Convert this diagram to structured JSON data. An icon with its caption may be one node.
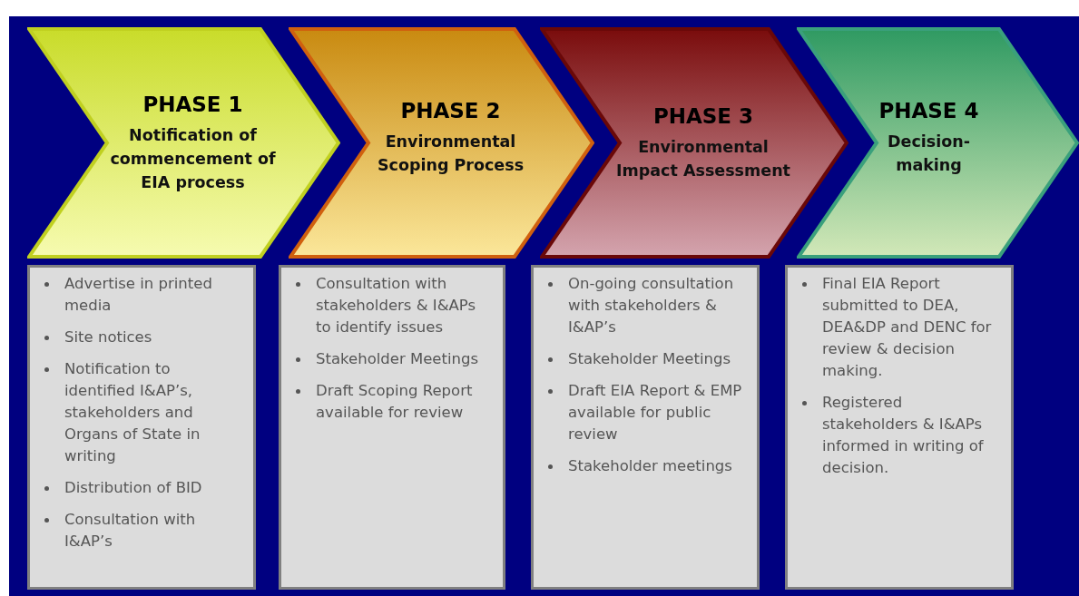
{
  "diagram": {
    "nodes": [
      {
        "text": [
          "PHASE 1",
          "Notification of commencement of EIA process"
        ]
      },
      {
        "text": [
          "PHASE 2",
          "Environmental Scoping Process"
        ]
      },
      {
        "text": [
          "PHASE 3",
          "Environmental Impact Assessment"
        ]
      },
      {
        "text": [
          "PHASE 4",
          "Decision-making"
        ]
      },
      {
        "text": [
          "Advertise in printed media",
          "Site notices",
          "Notification to identified I&AP’s, stakeholders and Organs of State in writing",
          "Distribution of BID",
          "Consultation with I&AP’s"
        ]
      },
      {
        "text": [
          "Consultation with stakeholders & I&APs to identify issues",
          "Stakeholder Meetings",
          "Draft Scoping Report available for review"
        ]
      },
      {
        "text": [
          "On-going consultation with stakeholders & I&AP’s",
          "Stakeholder Meetings",
          "Draft EIA Report & EMP available for public review",
          "Stakeholder meetings"
        ]
      },
      {
        "text": [
          "Final EIA Report submitted to DEA, DEA&DP and DENC for review & decision making.",
          "Registered stakeholders & I&APs informed in writing of decision."
        ]
      }
    ]
  }
}
